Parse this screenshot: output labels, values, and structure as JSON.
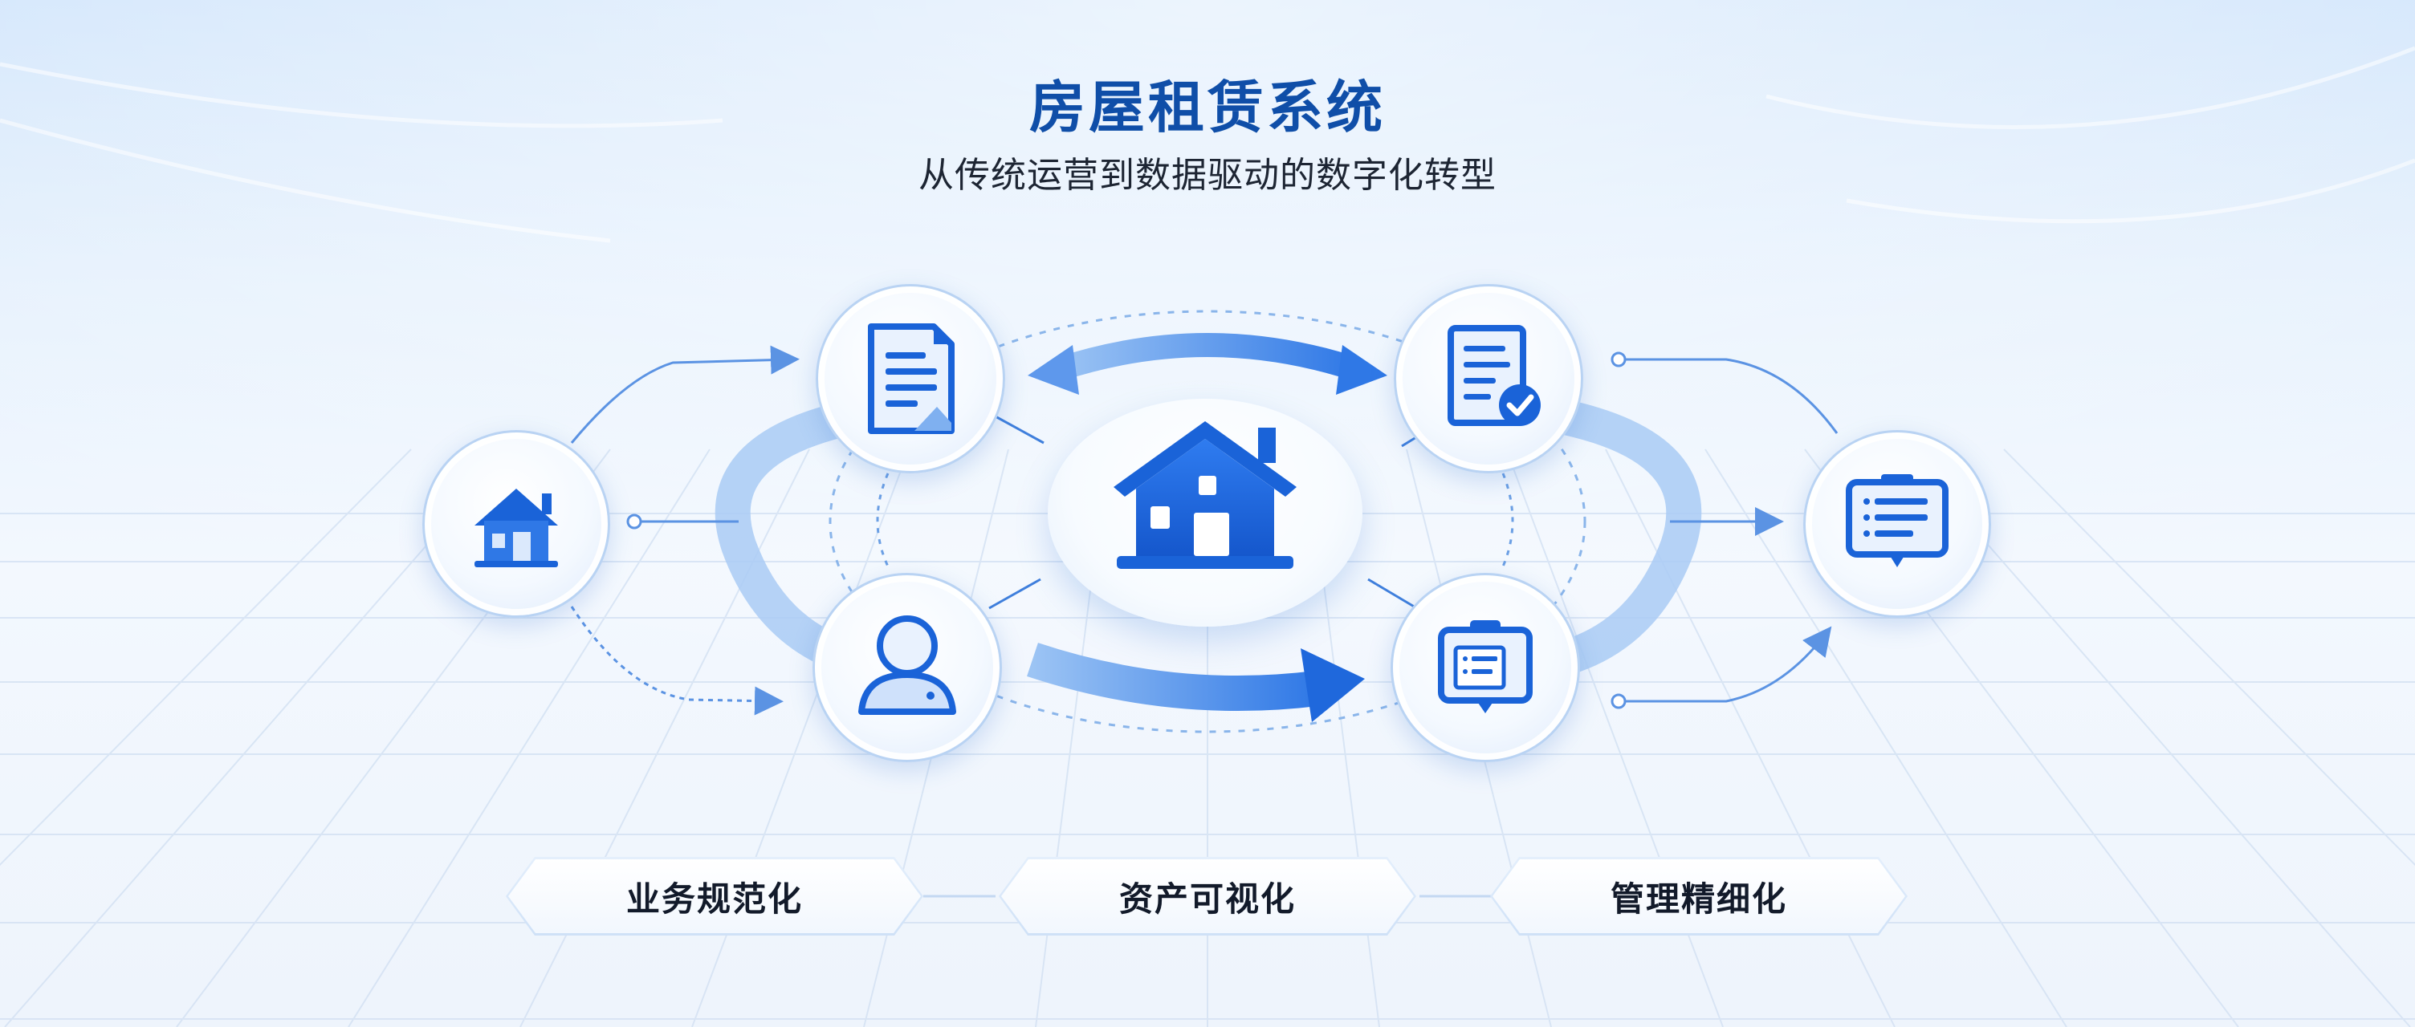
{
  "header": {
    "title": "房屋租赁系统",
    "subtitle": "从传统运营到数据驱动的数字化转型"
  },
  "nodes": [
    {
      "id": "left-house",
      "icon": "house-icon"
    },
    {
      "id": "document",
      "icon": "document-icon"
    },
    {
      "id": "user",
      "icon": "user-icon"
    },
    {
      "id": "checklist",
      "icon": "checklist-check-icon"
    },
    {
      "id": "clipboard",
      "icon": "clipboard-icon"
    },
    {
      "id": "message",
      "icon": "message-list-icon"
    },
    {
      "id": "center-house",
      "icon": "house-icon"
    }
  ],
  "pills": [
    {
      "label": "业务规范化"
    },
    {
      "label": "资产可视化"
    },
    {
      "label": "管理精细化"
    }
  ],
  "colors": {
    "primary": "#1a63d8",
    "accent_light": "#6aa6ef",
    "title": "#0f4ea8",
    "text": "#121a2a"
  }
}
